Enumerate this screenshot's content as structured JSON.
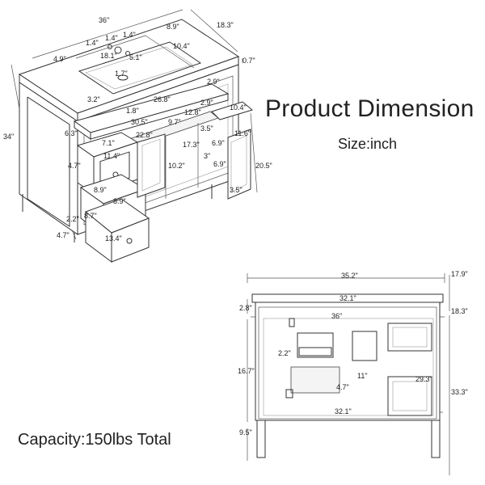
{
  "header": {
    "title": "Product Dimension",
    "subtitle": "Size:inch"
  },
  "capacity": "Capacity:150lbs Total",
  "iso_view": {
    "labels": {
      "width_top": "36\"",
      "depth_top": "18.3\"",
      "height": "34\"",
      "hole_a": "1.4\"",
      "hole_b": "1.4\"",
      "hole_c": "1.4\"",
      "hole_d": "8.9\"",
      "side_gap": "4.9\"",
      "basin_w": "18.1\"",
      "basin_d": "5.1\"",
      "basin_l": "10.4\"",
      "top_thick": "0.7\"",
      "drain": "1.7\"",
      "inner_back": "2.9\"",
      "left_top": "3.2\"",
      "opening_w": "26.8\"",
      "panel": "1.8\"",
      "inner_w": "30.5\"",
      "shelf_w": "12.8\"",
      "right_top": "2.9\"",
      "right_w": "10.4\"",
      "left_edge": "6.3\"",
      "drawer_w1": "7.1\"",
      "open_w": "22.8\"",
      "shelf_h": "9.7\"",
      "right_d": "3.5\"",
      "right_h": "11.6\"",
      "drawer_w2": "11.4\"",
      "mid_h": "17.3\"",
      "right_a": "6.9\"",
      "right_b": "3\"",
      "right_c": "6.9\"",
      "side_h": "20.5\"",
      "drawer_h": "4.7\"",
      "shelf_d": "10.2\"",
      "right_base": "3.5\"",
      "drawer_d1": "8.9\"",
      "drawer_d2": "8.9\"",
      "leg_gap": "2.2\"",
      "drawer_h2": "8.7\"",
      "leg_h": "4.7\"",
      "drawer_d3": "13.4\""
    }
  },
  "front_view": {
    "labels": {
      "top_w": "35.2\"",
      "top_d": "17.9\"",
      "top_gap": "2.8\"",
      "inner_w": "32.1\"",
      "depth": "18.3\"",
      "width": "36\"",
      "shelf_gap": "2.2\"",
      "inner_h": "16.7\"",
      "cutout_w": "11\"",
      "door_h": "29.3\"",
      "cutout_h": "4.7\"",
      "total_h": "33.3\"",
      "bottom_w": "32.1\"",
      "leg_h": "9.5\""
    }
  }
}
